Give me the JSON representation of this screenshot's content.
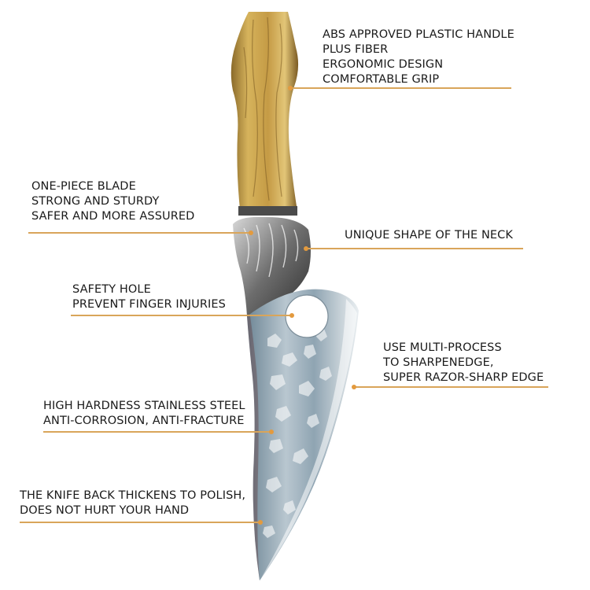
{
  "callouts": [
    {
      "id": "handle",
      "lines": [
        "ABS APPROVED PLASTIC HANDLE",
        "PLUS FIBER",
        "ERGONOMIC DESIGN",
        "COMFORTABLE GRIP"
      ]
    },
    {
      "id": "blade",
      "lines": [
        "ONE-PIECE BLADE",
        "STRONG AND STURDY",
        "SAFER AND MORE ASSURED"
      ]
    },
    {
      "id": "neck",
      "lines": [
        "UNIQUE SHAPE OF THE NECK"
      ]
    },
    {
      "id": "hole",
      "lines": [
        "SAFETY HOLE",
        "PREVENT FINGER INJURIES"
      ]
    },
    {
      "id": "edge",
      "lines": [
        "USE MULTI-PROCESS",
        "TO SHARPENEDGE,",
        "SUPER RAZOR-SHARP EDGE"
      ]
    },
    {
      "id": "steel",
      "lines": [
        "HIGH HARDNESS STAINLESS STEEL",
        "ANTI-CORROSION, ANTI-FRACTURE"
      ]
    },
    {
      "id": "back",
      "lines": [
        "THE KNIFE BACK THICKENS TO POLISH,",
        "DOES NOT HURT YOUR HAND"
      ]
    }
  ],
  "colors": {
    "leader_line": "#d9a55a",
    "leader_dot": "#e39a3e",
    "text": "#1a1a1a",
    "handle": "#c9a24e",
    "blade": "#8fa4b2"
  }
}
